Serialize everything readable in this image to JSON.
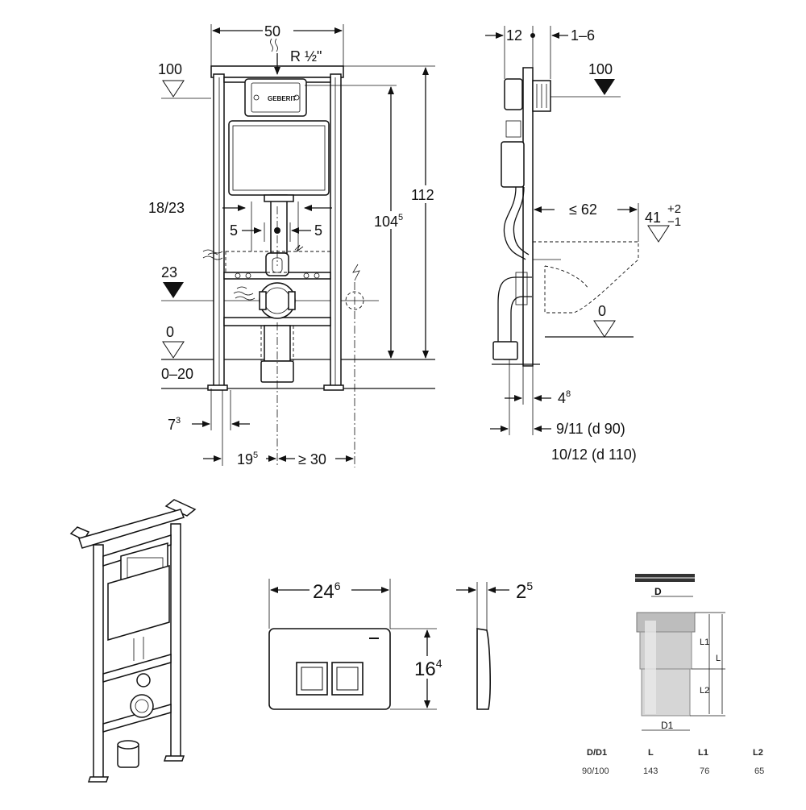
{
  "front_view": {
    "width": "50",
    "thread": "R ½\"",
    "logo": "GEBERIT",
    "level_100": "100",
    "level_23": "23",
    "level_0": "0",
    "range_0_20": "0–20",
    "dim_18_23": "18/23",
    "dim_5_left": "5",
    "dim_5_right": "5",
    "height_104": "104",
    "height_104_sup": "5",
    "height_112": "112",
    "dim_7": "7",
    "dim_7_sup": "3",
    "dim_19": "19",
    "dim_19_sup": "5",
    "dim_ge30": "≥ 30"
  },
  "side_view": {
    "dim_12": "12",
    "dim_1_6": "1–6",
    "level_100": "100",
    "dim_le62": "≤ 62",
    "dim_41": "41",
    "dim_41_plus": "+2",
    "dim_41_minus": "−1",
    "level_0": "0",
    "dim_4": "4",
    "dim_4_sup": "8",
    "dim_9_11": "9/11 (d 90)",
    "dim_10_12": "10/12 (d 110)"
  },
  "flush_plate": {
    "width": "24",
    "width_sup": "6",
    "height": "16",
    "height_sup": "4",
    "depth": "2",
    "depth_sup": "5"
  },
  "pipe": {
    "label_D": "D",
    "label_L1": "L1",
    "label_L": "L",
    "label_L2": "L2",
    "label_D1": "D1",
    "table": {
      "headers": [
        "D/D1",
        "L",
        "L1",
        "L2"
      ],
      "row": [
        "90/100",
        "143",
        "76",
        "65"
      ]
    }
  }
}
